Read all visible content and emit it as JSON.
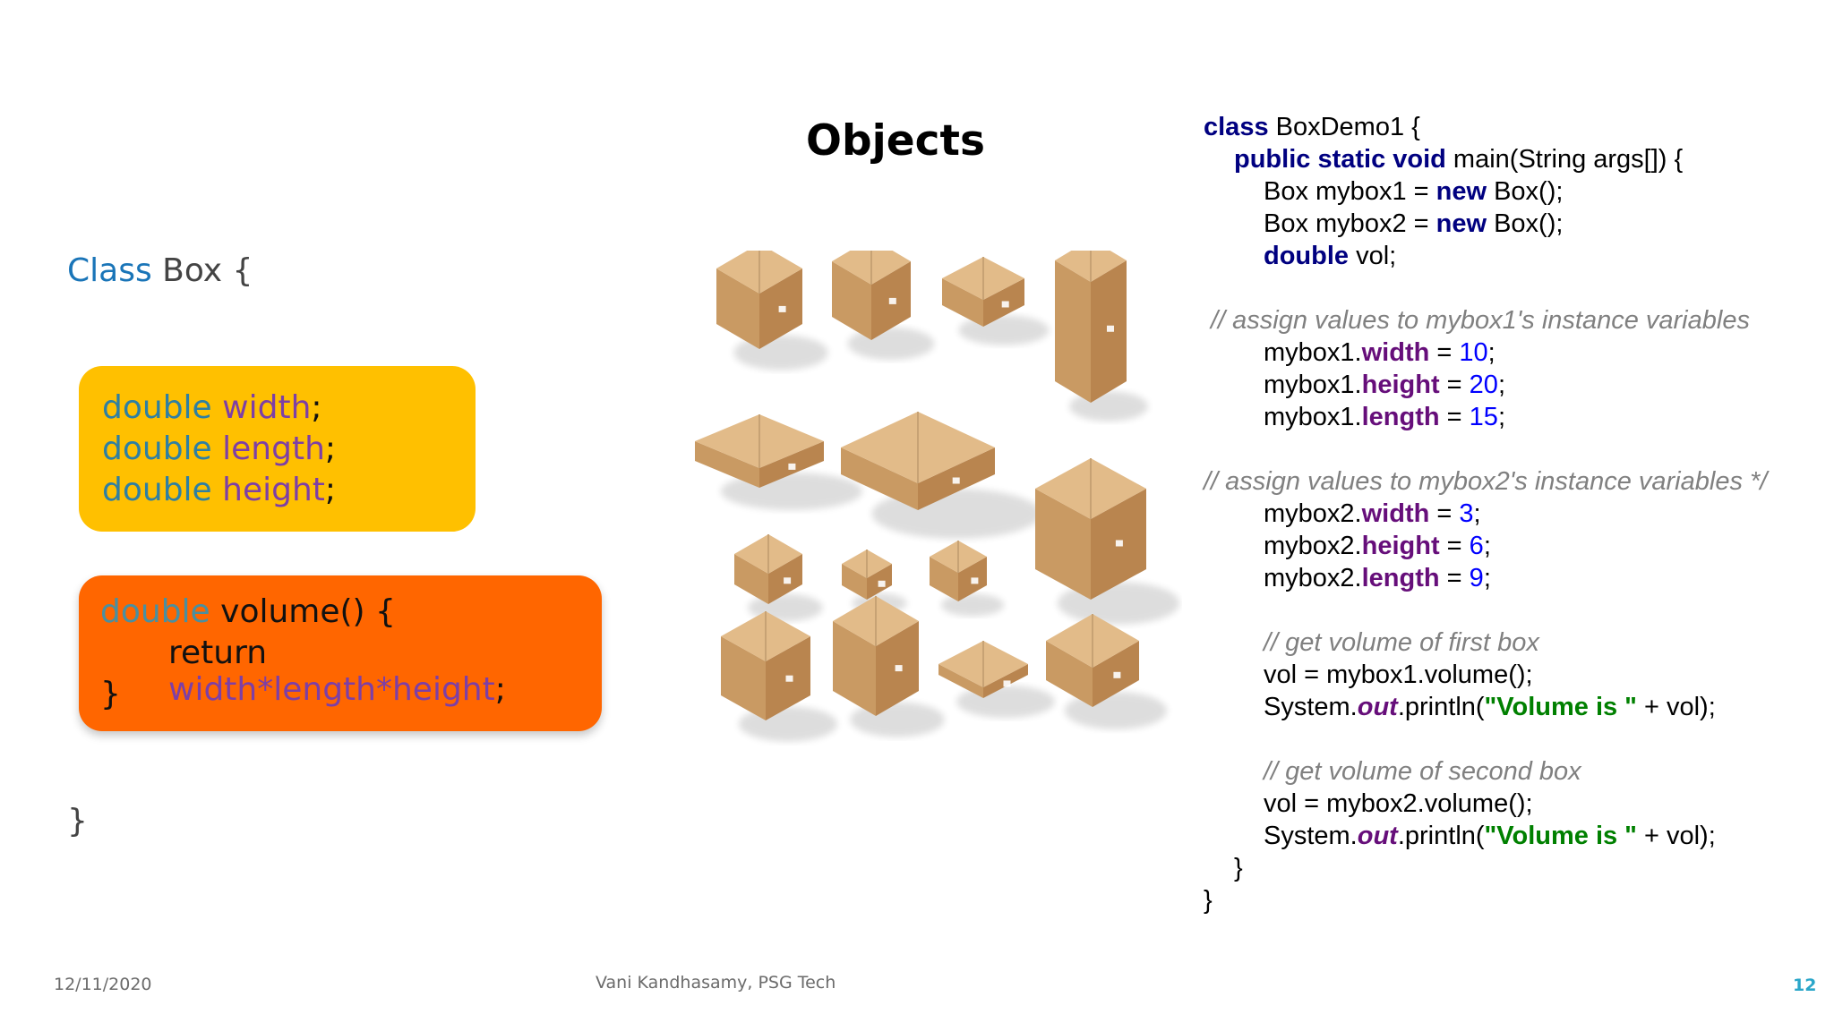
{
  "slide": {
    "title": "Objects"
  },
  "left_code": {
    "class_keyword": "Class",
    "class_rest": " Box {",
    "fields": [
      {
        "type": "double",
        "name": "width",
        "end": ";"
      },
      {
        "type": "double",
        "name": "length",
        "end": ";"
      },
      {
        "type": "double",
        "name": "height",
        "end": ";"
      }
    ],
    "method": {
      "type": "double",
      "signature": " volume() {",
      "return_kw": "return ",
      "expr": "width*length*height",
      "expr_end": ";",
      "close": "}"
    },
    "class_close": "}"
  },
  "java_code": {
    "l1_kw": "class",
    "l1_rest": " BoxDemo1 {",
    "l2_kw": "public static void",
    "l2_rest": " main(String args[]) {",
    "l3_a": "Box mybox1 = ",
    "l3_kw": "new",
    "l3_b": " Box();",
    "l4_a": "Box mybox2 = ",
    "l4_kw": "new",
    "l4_b": " Box();",
    "l5_kw": "double",
    "l5_rest": " vol;",
    "c1": "// assign values to mybox1's instance variables",
    "l6_obj": "mybox1.",
    "l6_f": "width",
    "l6_eq": " = ",
    "l6_n": "10",
    "l6_end": ";",
    "l7_obj": "mybox1.",
    "l7_f": "height",
    "l7_eq": " = ",
    "l7_n": "20",
    "l7_end": ";",
    "l8_obj": "mybox1.",
    "l8_f": "length",
    "l8_eq": " = ",
    "l8_n": "15",
    "l8_end": ";",
    "c2": "// assign values to mybox2's instance variables */",
    "l9_obj": "mybox2.",
    "l9_f": "width",
    "l9_eq": " = ",
    "l9_n": "3",
    "l9_end": ";",
    "l10_obj": "mybox2.",
    "l10_f": "height",
    "l10_eq": " = ",
    "l10_n": "6",
    "l10_end": ";",
    "l11_obj": "mybox2.",
    "l11_f": "length",
    "l11_eq": " = ",
    "l11_n": "9",
    "l11_end": ";",
    "c3": "// get volume of first box",
    "l12": "vol = mybox1.volume();",
    "l13_a": "System.",
    "l13_out": "out",
    "l13_b": ".println(",
    "l13_s": "\"Volume is \"",
    "l13_c": " + vol);",
    "c4": "// get volume of second box",
    "l14": "vol = mybox2.volume();",
    "l15_a": "System.",
    "l15_out": "out",
    "l15_b": ".println(",
    "l15_s": "\"Volume is \"",
    "l15_c": " + vol);",
    "l16": "}",
    "l17": "}"
  },
  "footer": {
    "date": "12/11/2020",
    "author": "Vani Kandhasamy, PSG Tech",
    "page": "12"
  },
  "colors": {
    "fields_box": "#ffc000",
    "method_box": "#ff6600",
    "class_keyword": "#1a75b8",
    "page_number": "#2aa6c9"
  }
}
